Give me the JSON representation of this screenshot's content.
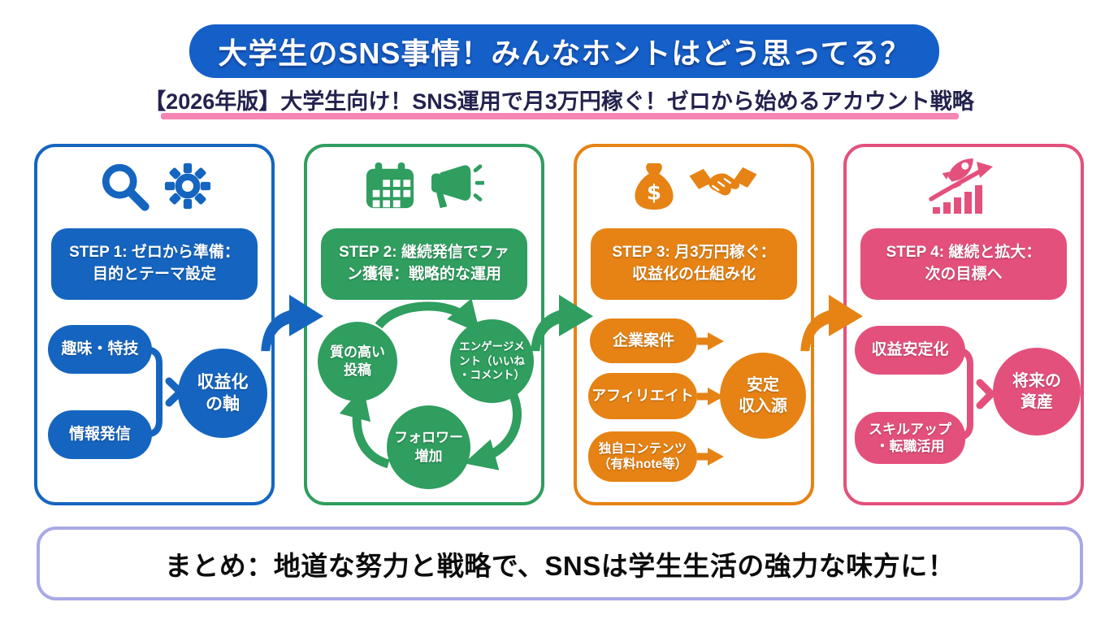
{
  "header": {
    "title": "大学生のSNS事情！みんなホントはどう思ってる？"
  },
  "subtitle": {
    "text": "【2026年版】大学生向け！SNS運用で月3万円稼ぐ！ゼロから始めるアカウント戦略"
  },
  "colors": {
    "title_banner_blue": "#1560c8",
    "subtitle_underline_pink": "#f585b3",
    "footer_border_lavender": "#a9a9e6",
    "step1_blue": "#1565c0",
    "step2_green": "#2f9e5f",
    "step3_orange": "#e68314",
    "step4_pink": "#e4507c"
  },
  "steps": [
    {
      "label": "STEP 1",
      "color": "#1565c0",
      "icons": [
        "magnifier-icon",
        "gear-icon"
      ],
      "title": "STEP 1: ゼロから準備：\n目的とテーマ設定",
      "items": [
        "趣味・特技",
        "情報発信"
      ],
      "result": "収益化\nの軸"
    },
    {
      "label": "STEP 2",
      "color": "#2f9e5f",
      "icons": [
        "calendar-icon",
        "megaphone-icon"
      ],
      "title": "STEP 2: 継続発信でファ\nン獲得：戦略的な運用",
      "cycle": [
        "質の高い\n投稿",
        "エンゲージメ\nント（いいね\n・コメント）",
        "フォロワー\n増加"
      ]
    },
    {
      "label": "STEP 3",
      "color": "#e68314",
      "icons": [
        "money-bag-icon",
        "handshake-icon"
      ],
      "title": "STEP 3: 月3万円稼ぐ：\n収益化の仕組み化",
      "items": [
        "企業案件",
        "アフィリエイト",
        "独自コンテンツ\n（有料note等）"
      ],
      "result": "安定\n収入源"
    },
    {
      "label": "STEP 4",
      "color": "#e4507c",
      "icons": [
        "rocket-icon",
        "growth-chart-icon"
      ],
      "title": "STEP 4: 継続と拡大：\n次の目標へ",
      "items": [
        "収益安定化",
        "スキルアップ\n・転職活用"
      ],
      "result": "将来の\n資産"
    }
  ],
  "footer": {
    "text": "まとめ：地道な努力と戦略で、SNSは学生生活の強力な味方に！"
  }
}
